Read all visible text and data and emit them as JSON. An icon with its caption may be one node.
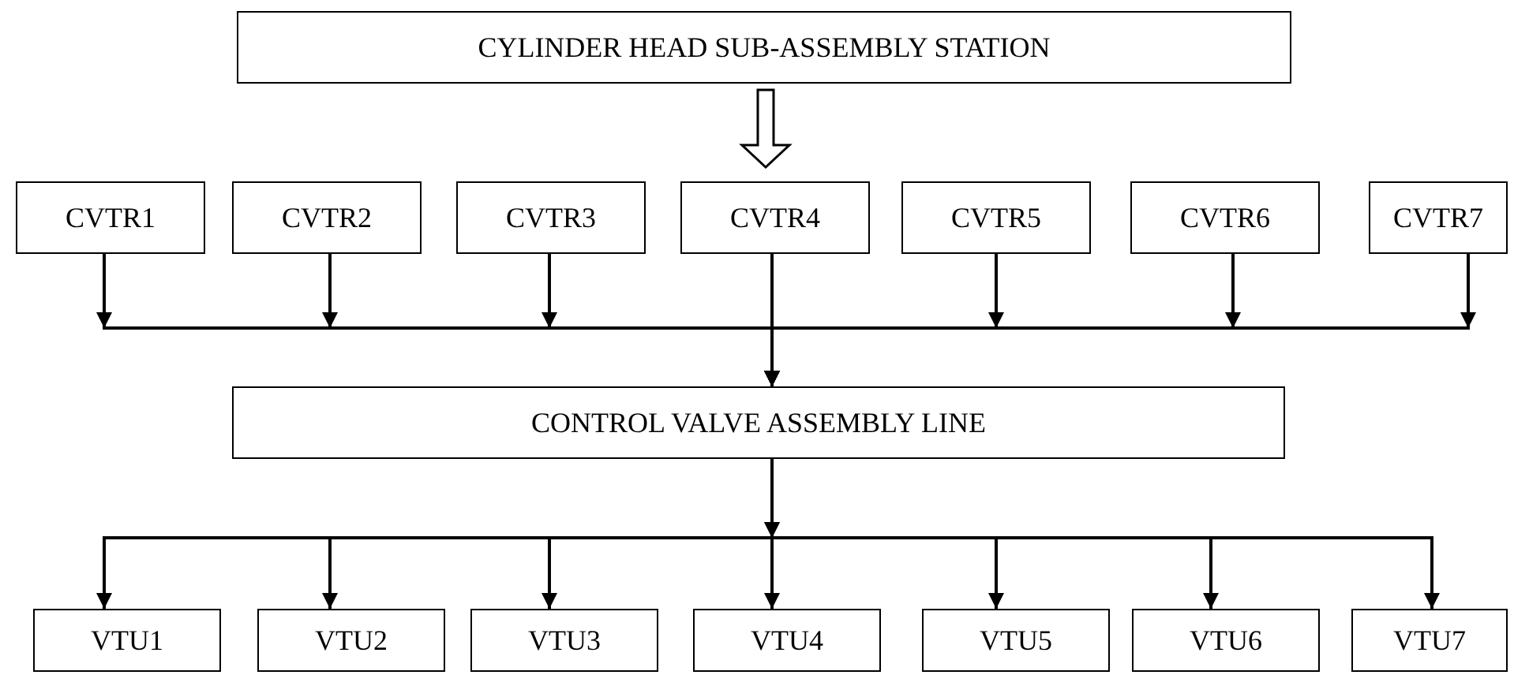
{
  "diagram": {
    "nodes": [
      {
        "text": [
          "CYLINDER HEAD SUB-ASSEMBLY STATION"
        ]
      },
      {
        "text": [
          "CVTR1"
        ]
      },
      {
        "text": [
          "CVTR2"
        ]
      },
      {
        "text": [
          "CVTR3"
        ]
      },
      {
        "text": [
          "CVTR4"
        ]
      },
      {
        "text": [
          "CVTR5"
        ]
      },
      {
        "text": [
          "CVTR6"
        ]
      },
      {
        "text": [
          "CVTR7"
        ]
      },
      {
        "text": [
          "CONTROL VALVE ASSEMBLY LINE"
        ]
      },
      {
        "text": [
          "VTU1"
        ]
      },
      {
        "text": [
          "VTU2"
        ]
      },
      {
        "text": [
          "VTU3"
        ]
      },
      {
        "text": [
          "VTU4"
        ]
      },
      {
        "text": [
          "VTU5"
        ]
      },
      {
        "text": [
          "VTU6"
        ]
      },
      {
        "text": [
          "VTU7"
        ]
      }
    ],
    "edges": [
      {
        "from": 0,
        "to": 4,
        "arrow": "to",
        "style": "thick"
      },
      {
        "from": 1,
        "to": 8,
        "arrow": "to"
      },
      {
        "from": 2,
        "to": 8,
        "arrow": "to"
      },
      {
        "from": 3,
        "to": 8,
        "arrow": "to"
      },
      {
        "from": 4,
        "to": 8,
        "arrow": "to"
      },
      {
        "from": 5,
        "to": 8,
        "arrow": "to"
      },
      {
        "from": 6,
        "to": 8,
        "arrow": "to"
      },
      {
        "from": 7,
        "to": 8,
        "arrow": "to"
      },
      {
        "from": 8,
        "to": 9,
        "arrow": "to"
      },
      {
        "from": 8,
        "to": 10,
        "arrow": "to"
      },
      {
        "from": 8,
        "to": 11,
        "arrow": "to"
      },
      {
        "from": 8,
        "to": 12,
        "arrow": "to"
      },
      {
        "from": 8,
        "to": 13,
        "arrow": "to"
      },
      {
        "from": 8,
        "to": 14,
        "arrow": "to"
      },
      {
        "from": 8,
        "to": 15,
        "arrow": "to"
      }
    ]
  }
}
